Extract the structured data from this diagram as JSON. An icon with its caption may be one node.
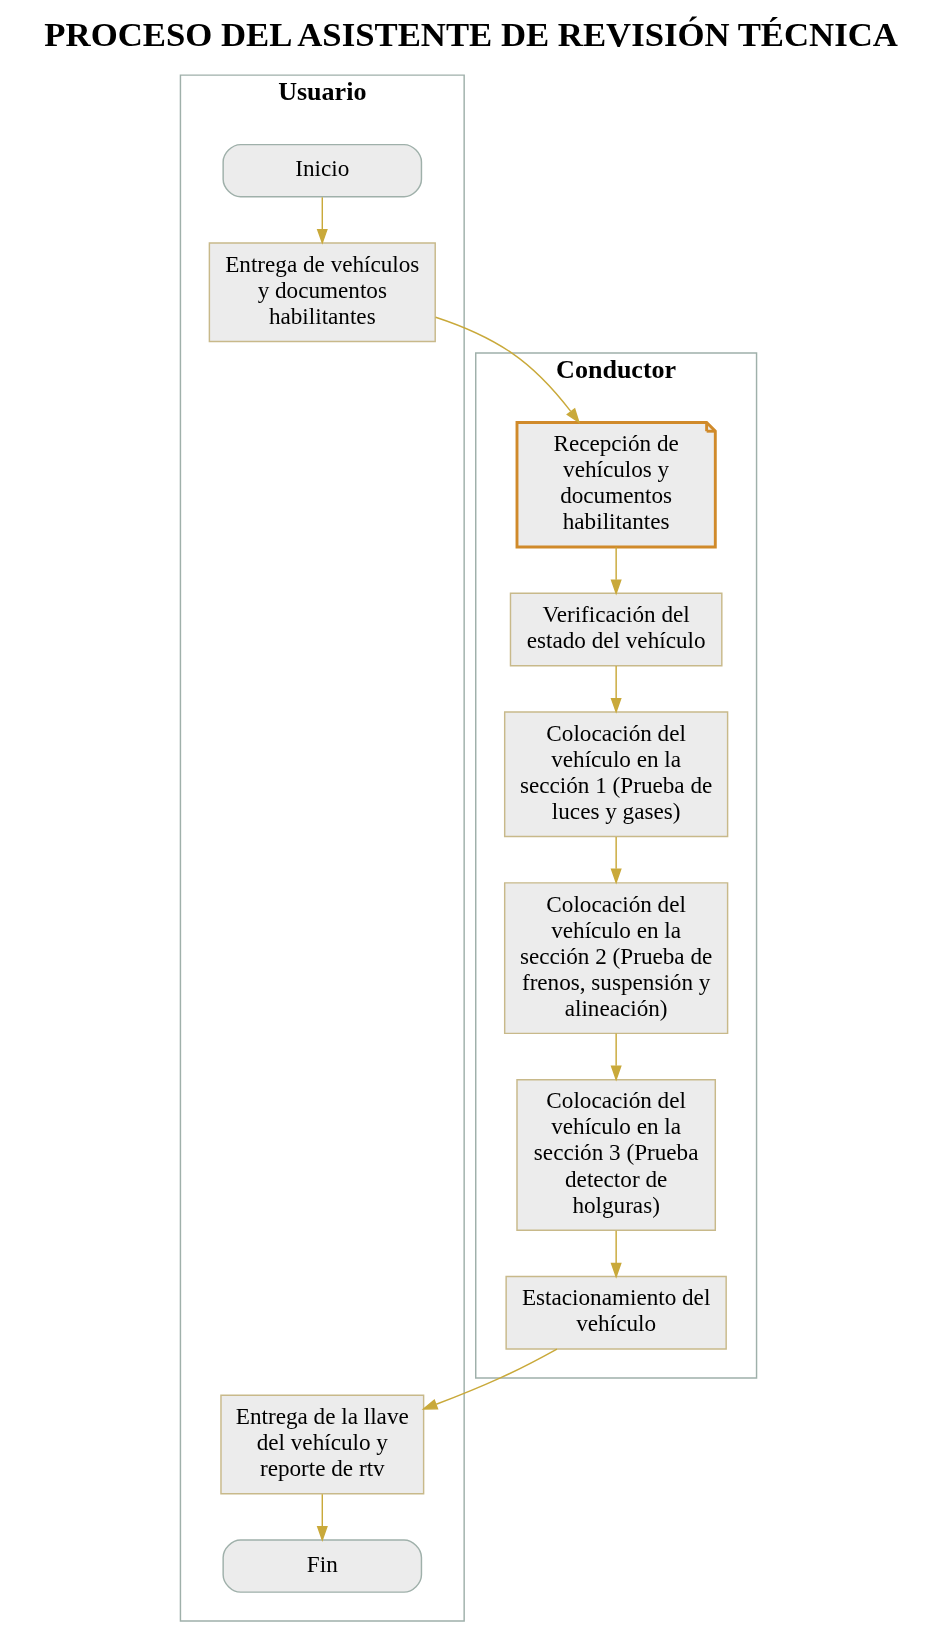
{
  "diagram": {
    "title": "PROCESO DEL ASISTENTE DE REVISIÓN TÉCNICA",
    "nodes": [
      {
        "text": [
          "Usuario"
        ]
      },
      {
        "text": [
          "Conductor"
        ]
      },
      {
        "text": [
          "Inicio"
        ],
        "in": 0
      },
      {
        "text": [
          "Entrega de vehículos y documentos habilitantes"
        ],
        "in": 0
      },
      {
        "text": [
          "Recepción de vehículos y documentos habilitantes"
        ],
        "in": 1
      },
      {
        "text": [
          "Verificación del estado del vehículo"
        ],
        "in": 1
      },
      {
        "text": [
          "Colocación del vehículo en la sección 1 (Prueba de luces y gases)"
        ],
        "in": 1
      },
      {
        "text": [
          "Colocación del vehículo en la sección 2 (Prueba de frenos, suspensión y alineación)"
        ],
        "in": 1
      },
      {
        "text": [
          "Colocación del vehículo en la sección 3 (Prueba detector de holguras)"
        ],
        "in": 1
      },
      {
        "text": [
          "Estacionamiento del vehículo"
        ],
        "in": 1
      },
      {
        "text": [
          "Entrega de la llave del vehículo y reporte de rtv"
        ],
        "in": 0
      },
      {
        "text": [
          "Fin"
        ],
        "in": 0
      }
    ],
    "edges": [
      {
        "from": 2,
        "to": 3,
        "arrow": "to"
      },
      {
        "from": 3,
        "to": 4,
        "arrow": "to"
      },
      {
        "from": 4,
        "to": 5,
        "arrow": "to"
      },
      {
        "from": 5,
        "to": 6,
        "arrow": "to"
      },
      {
        "from": 6,
        "to": 7,
        "arrow": "to"
      },
      {
        "from": 7,
        "to": 8,
        "arrow": "to"
      },
      {
        "from": 8,
        "to": 9,
        "arrow": "to"
      },
      {
        "from": 9,
        "to": 10,
        "arrow": "to"
      },
      {
        "from": 10,
        "to": 11,
        "arrow": "to"
      }
    ]
  }
}
